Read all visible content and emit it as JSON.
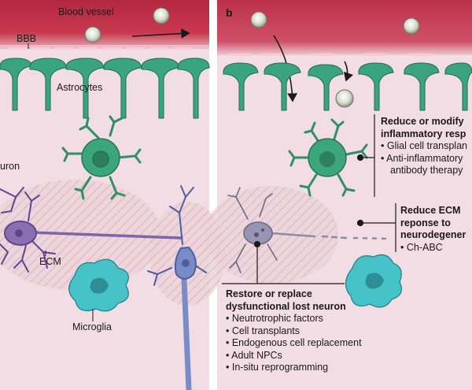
{
  "panel_b_letter": "b",
  "labels": {
    "blood_vessel": "Blood vessel",
    "bbb": "BBB",
    "astrocytes": "Astrocytes",
    "neuron": "uron",
    "ecm": "ECM",
    "microglia": "Microglia"
  },
  "callouts": {
    "inflammatory": {
      "title_line1": "Reduce or modify",
      "title_line2": "inflammatory resp",
      "items": [
        "• Glial cell transplan",
        "• Anti-inflammatory",
        "  antibody therapy"
      ]
    },
    "ecm": {
      "title_line1": "Reduce ECM",
      "title_line2": "reponse to",
      "title_line3": "neurodegener",
      "items": [
        "• Ch-ABC"
      ]
    },
    "neuron": {
      "title_line1": "Restore or replace",
      "title_line2": "dysfunctional lost neuron",
      "items": [
        "• Neutrotrophic factors",
        "• Cell transplants",
        "• Endogenous cell replacement",
        "• Adult NPCs",
        "• In-situ reprogramming"
      ]
    }
  },
  "colors": {
    "tissue": "#f1dde3",
    "vessel": "#c0314a",
    "astrocyte": "#2f9c7b",
    "microglia_green": "#3aa67a",
    "microglia_teal": "#3bbdc4",
    "neuron_purple": "#8a6fb0",
    "neuron_blue": "#7a8cc8"
  }
}
